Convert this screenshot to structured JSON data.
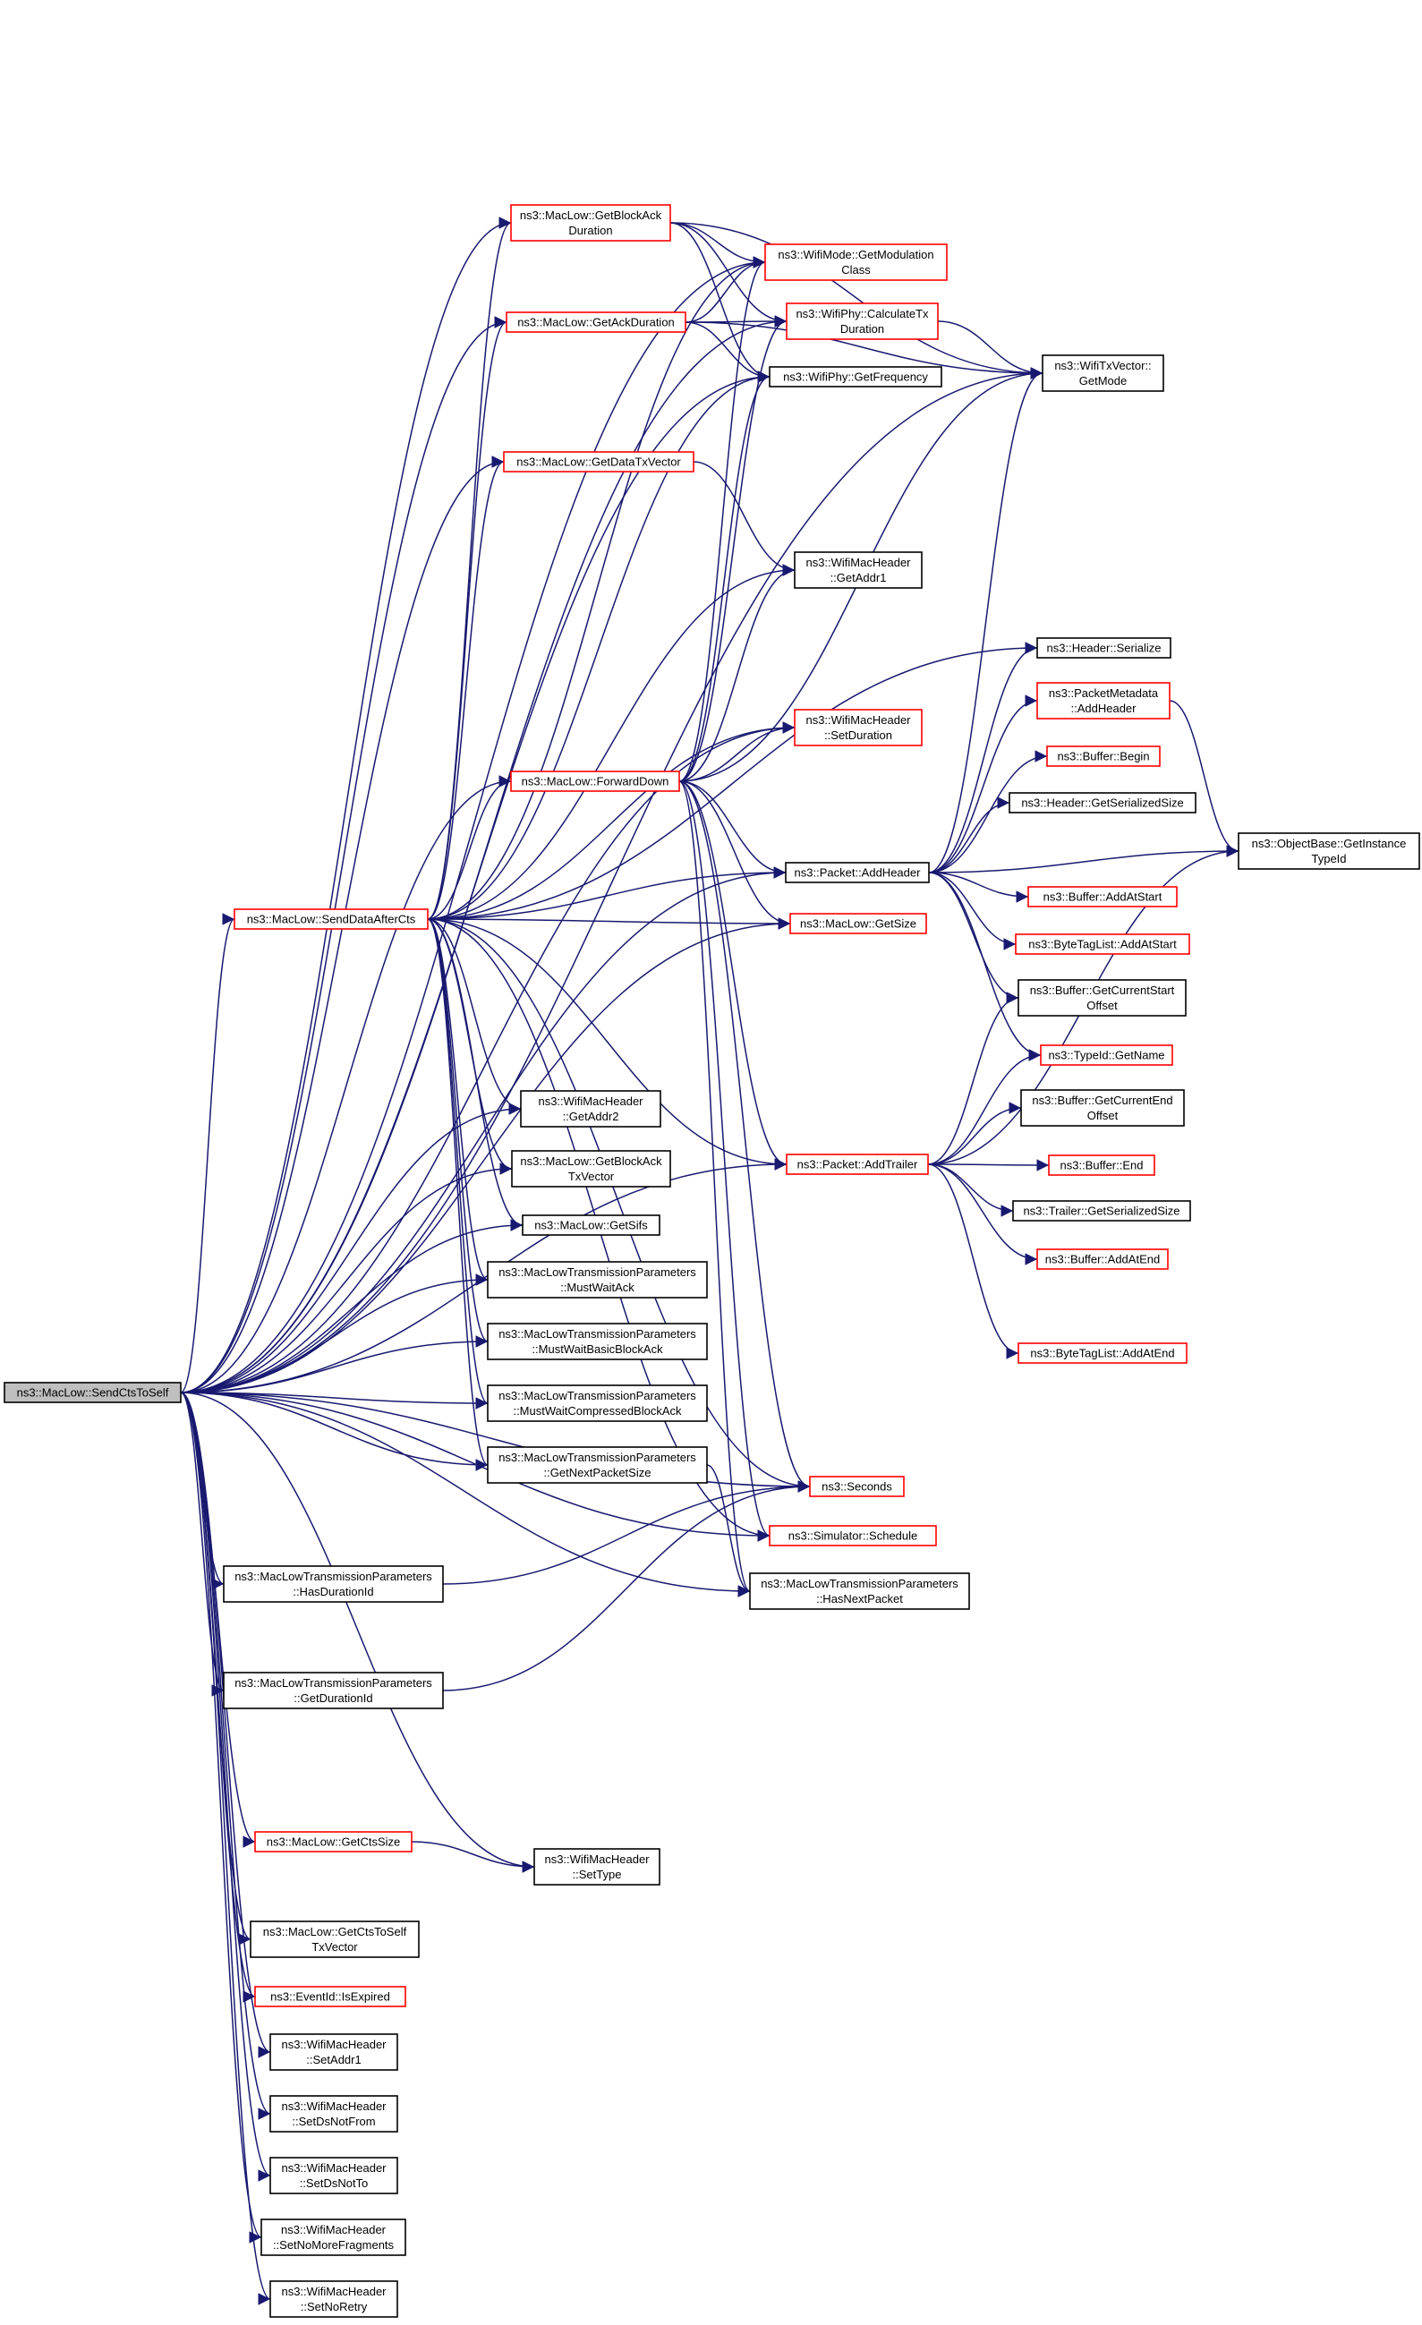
{
  "colors": {
    "edge": "#191970",
    "node_border": "#000000",
    "node_border_highlight": "#ff0000",
    "root_fill": "#bfbfbf",
    "background": "#ffffff"
  },
  "nodes": [
    {
      "id": "sendCtsToSelf",
      "lines": [
        "ns3::MacLow::SendCtsToSelf"
      ],
      "hl": false,
      "root": true
    },
    {
      "id": "sendDataAfterCts",
      "lines": [
        "ns3::MacLow::SendDataAfterCts"
      ],
      "hl": true
    },
    {
      "id": "getBlockAckDuration",
      "lines": [
        "ns3::MacLow::GetBlockAck",
        "Duration"
      ],
      "hl": true
    },
    {
      "id": "getAckDuration",
      "lines": [
        "ns3::MacLow::GetAckDuration"
      ],
      "hl": true
    },
    {
      "id": "getDataTxVector",
      "lines": [
        "ns3::MacLow::GetDataTxVector"
      ],
      "hl": true
    },
    {
      "id": "forwardDown",
      "lines": [
        "ns3::MacLow::ForwardDown"
      ],
      "hl": true
    },
    {
      "id": "wifiModeGetModulationClass",
      "lines": [
        "ns3::WifiMode::GetModulation",
        "Class"
      ],
      "hl": true
    },
    {
      "id": "wifiPhyCalculateTxDuration",
      "lines": [
        "ns3::WifiPhy::CalculateTx",
        "Duration"
      ],
      "hl": true
    },
    {
      "id": "wifiPhyGetFrequency",
      "lines": [
        "ns3::WifiPhy::GetFrequency"
      ],
      "hl": false
    },
    {
      "id": "wifiTxVectorGetMode",
      "lines": [
        "ns3::WifiTxVector::",
        "GetMode"
      ],
      "hl": false
    },
    {
      "id": "wifiMacHeaderGetAddr1",
      "lines": [
        "ns3::WifiMacHeader",
        "::GetAddr1"
      ],
      "hl": false
    },
    {
      "id": "wifiMacHeaderSetDuration",
      "lines": [
        "ns3::WifiMacHeader",
        "::SetDuration"
      ],
      "hl": true
    },
    {
      "id": "packetAddHeader",
      "lines": [
        "ns3::Packet::AddHeader"
      ],
      "hl": false
    },
    {
      "id": "macLowGetSize",
      "lines": [
        "ns3::MacLow::GetSize"
      ],
      "hl": true
    },
    {
      "id": "packetAddTrailer",
      "lines": [
        "ns3::Packet::AddTrailer"
      ],
      "hl": true
    },
    {
      "id": "headerSerialize",
      "lines": [
        "ns3::Header::Serialize"
      ],
      "hl": false
    },
    {
      "id": "packetMetadataAddHeader",
      "lines": [
        "ns3::PacketMetadata",
        "::AddHeader"
      ],
      "hl": true
    },
    {
      "id": "bufferBegin",
      "lines": [
        "ns3::Buffer::Begin"
      ],
      "hl": true
    },
    {
      "id": "headerGetSerializedSize",
      "lines": [
        "ns3::Header::GetSerializedSize"
      ],
      "hl": false
    },
    {
      "id": "objectBaseGetInstanceTypeId",
      "lines": [
        "ns3::ObjectBase::GetInstance",
        "TypeId"
      ],
      "hl": false
    },
    {
      "id": "bufferAddAtStart",
      "lines": [
        "ns3::Buffer::AddAtStart"
      ],
      "hl": true
    },
    {
      "id": "byteTagListAddAtStart",
      "lines": [
        "ns3::ByteTagList::AddAtStart"
      ],
      "hl": true
    },
    {
      "id": "bufferGetCurrentStartOffset",
      "lines": [
        "ns3::Buffer::GetCurrentStart",
        "Offset"
      ],
      "hl": false
    },
    {
      "id": "typeIdGetName",
      "lines": [
        "ns3::TypeId::GetName"
      ],
      "hl": true
    },
    {
      "id": "bufferGetCurrentEndOffset",
      "lines": [
        "ns3::Buffer::GetCurrentEnd",
        "Offset"
      ],
      "hl": false
    },
    {
      "id": "bufferEnd",
      "lines": [
        "ns3::Buffer::End"
      ],
      "hl": true
    },
    {
      "id": "trailerGetSerializedSize",
      "lines": [
        "ns3::Trailer::GetSerializedSize"
      ],
      "hl": false
    },
    {
      "id": "bufferAddAtEnd",
      "lines": [
        "ns3::Buffer::AddAtEnd"
      ],
      "hl": true
    },
    {
      "id": "byteTagListAddAtEnd",
      "lines": [
        "ns3::ByteTagList::AddAtEnd"
      ],
      "hl": true
    },
    {
      "id": "wifiMacHeaderGetAddr2",
      "lines": [
        "ns3::WifiMacHeader",
        "::GetAddr2"
      ],
      "hl": false
    },
    {
      "id": "getBlockAckTxVector",
      "lines": [
        "ns3::MacLow::GetBlockAck",
        "TxVector"
      ],
      "hl": false
    },
    {
      "id": "getSifs",
      "lines": [
        "ns3::MacLow::GetSifs"
      ],
      "hl": false
    },
    {
      "id": "mustWaitAck",
      "lines": [
        "ns3::MacLowTransmissionParameters",
        "::MustWaitAck"
      ],
      "hl": false
    },
    {
      "id": "mustWaitBasicBlockAck",
      "lines": [
        "ns3::MacLowTransmissionParameters",
        "::MustWaitBasicBlockAck"
      ],
      "hl": false
    },
    {
      "id": "mustWaitCompressedBlockAck",
      "lines": [
        "ns3::MacLowTransmissionParameters",
        "::MustWaitCompressedBlockAck"
      ],
      "hl": false
    },
    {
      "id": "getNextPacketSize",
      "lines": [
        "ns3::MacLowTransmissionParameters",
        "::GetNextPacketSize"
      ],
      "hl": false
    },
    {
      "id": "seconds",
      "lines": [
        "ns3::Seconds"
      ],
      "hl": true
    },
    {
      "id": "simulatorSchedule",
      "lines": [
        "ns3::Simulator::Schedule"
      ],
      "hl": true
    },
    {
      "id": "hasNextPacket",
      "lines": [
        "ns3::MacLowTransmissionParameters",
        "::HasNextPacket"
      ],
      "hl": false
    },
    {
      "id": "hasDurationId",
      "lines": [
        "ns3::MacLowTransmissionParameters",
        "::HasDurationId"
      ],
      "hl": false
    },
    {
      "id": "getDurationId",
      "lines": [
        "ns3::MacLowTransmissionParameters",
        "::GetDurationId"
      ],
      "hl": false
    },
    {
      "id": "getCtsSize",
      "lines": [
        "ns3::MacLow::GetCtsSize"
      ],
      "hl": true
    },
    {
      "id": "wifiMacHeaderSetType",
      "lines": [
        "ns3::WifiMacHeader",
        "::SetType"
      ],
      "hl": false
    },
    {
      "id": "getCtsToSelfTxVector",
      "lines": [
        "ns3::MacLow::GetCtsToSelf",
        "TxVector"
      ],
      "hl": false
    },
    {
      "id": "eventIdIsExpired",
      "lines": [
        "ns3::EventId::IsExpired"
      ],
      "hl": true
    },
    {
      "id": "setAddr1",
      "lines": [
        "ns3::WifiMacHeader",
        "::SetAddr1"
      ],
      "hl": false
    },
    {
      "id": "setDsNotFrom",
      "lines": [
        "ns3::WifiMacHeader",
        "::SetDsNotFrom"
      ],
      "hl": false
    },
    {
      "id": "setDsNotTo",
      "lines": [
        "ns3::WifiMacHeader",
        "::SetDsNotTo"
      ],
      "hl": false
    },
    {
      "id": "setNoMoreFragments",
      "lines": [
        "ns3::WifiMacHeader",
        "::SetNoMoreFragments"
      ],
      "hl": false
    },
    {
      "id": "setNoRetry",
      "lines": [
        "ns3::WifiMacHeader",
        "::SetNoRetry"
      ],
      "hl": false
    }
  ],
  "edges": [
    [
      "sendCtsToSelf",
      "sendDataAfterCts"
    ],
    [
      "sendCtsToSelf",
      "getBlockAckDuration"
    ],
    [
      "sendCtsToSelf",
      "getAckDuration"
    ],
    [
      "sendCtsToSelf",
      "getDataTxVector"
    ],
    [
      "sendCtsToSelf",
      "forwardDown"
    ],
    [
      "sendCtsToSelf",
      "wifiModeGetModulationClass"
    ],
    [
      "sendCtsToSelf",
      "wifiPhyCalculateTxDuration"
    ],
    [
      "sendCtsToSelf",
      "wifiPhyGetFrequency"
    ],
    [
      "sendCtsToSelf",
      "wifiTxVectorGetMode"
    ],
    [
      "sendCtsToSelf",
      "wifiMacHeaderSetDuration"
    ],
    [
      "sendCtsToSelf",
      "packetAddHeader"
    ],
    [
      "sendCtsToSelf",
      "macLowGetSize"
    ],
    [
      "sendCtsToSelf",
      "packetAddTrailer"
    ],
    [
      "sendCtsToSelf",
      "wifiMacHeaderGetAddr2"
    ],
    [
      "sendCtsToSelf",
      "getBlockAckTxVector"
    ],
    [
      "sendCtsToSelf",
      "getSifs"
    ],
    [
      "sendCtsToSelf",
      "mustWaitAck"
    ],
    [
      "sendCtsToSelf",
      "mustWaitBasicBlockAck"
    ],
    [
      "sendCtsToSelf",
      "mustWaitCompressedBlockAck"
    ],
    [
      "sendCtsToSelf",
      "getNextPacketSize"
    ],
    [
      "sendCtsToSelf",
      "seconds"
    ],
    [
      "sendCtsToSelf",
      "simulatorSchedule"
    ],
    [
      "sendCtsToSelf",
      "hasNextPacket"
    ],
    [
      "sendCtsToSelf",
      "hasDurationId"
    ],
    [
      "sendCtsToSelf",
      "getDurationId"
    ],
    [
      "sendCtsToSelf",
      "getCtsSize"
    ],
    [
      "sendCtsToSelf",
      "wifiMacHeaderSetType"
    ],
    [
      "sendCtsToSelf",
      "getCtsToSelfTxVector"
    ],
    [
      "sendCtsToSelf",
      "eventIdIsExpired"
    ],
    [
      "sendCtsToSelf",
      "setAddr1"
    ],
    [
      "sendCtsToSelf",
      "setDsNotFrom"
    ],
    [
      "sendCtsToSelf",
      "setDsNotTo"
    ],
    [
      "sendCtsToSelf",
      "setNoMoreFragments"
    ],
    [
      "sendCtsToSelf",
      "setNoRetry"
    ],
    [
      "sendDataAfterCts",
      "getBlockAckDuration"
    ],
    [
      "sendDataAfterCts",
      "getAckDuration"
    ],
    [
      "sendDataAfterCts",
      "getDataTxVector"
    ],
    [
      "sendDataAfterCts",
      "forwardDown"
    ],
    [
      "sendDataAfterCts",
      "wifiModeGetModulationClass"
    ],
    [
      "sendDataAfterCts",
      "wifiPhyGetFrequency"
    ],
    [
      "sendDataAfterCts",
      "wifiMacHeaderGetAddr1"
    ],
    [
      "sendDataAfterCts",
      "wifiMacHeaderSetDuration"
    ],
    [
      "sendDataAfterCts",
      "packetAddHeader"
    ],
    [
      "sendDataAfterCts",
      "macLowGetSize"
    ],
    [
      "sendDataAfterCts",
      "packetAddTrailer"
    ],
    [
      "sendDataAfterCts",
      "headerSerialize"
    ],
    [
      "sendDataAfterCts",
      "wifiMacHeaderGetAddr2"
    ],
    [
      "sendDataAfterCts",
      "getBlockAckTxVector"
    ],
    [
      "sendDataAfterCts",
      "getSifs"
    ],
    [
      "sendDataAfterCts",
      "mustWaitAck"
    ],
    [
      "sendDataAfterCts",
      "mustWaitBasicBlockAck"
    ],
    [
      "sendDataAfterCts",
      "mustWaitCompressedBlockAck"
    ],
    [
      "sendDataAfterCts",
      "getNextPacketSize"
    ],
    [
      "sendDataAfterCts",
      "seconds"
    ],
    [
      "sendDataAfterCts",
      "simulatorSchedule"
    ],
    [
      "getBlockAckDuration",
      "wifiModeGetModulationClass"
    ],
    [
      "getBlockAckDuration",
      "wifiPhyCalculateTxDuration"
    ],
    [
      "getBlockAckDuration",
      "wifiPhyGetFrequency"
    ],
    [
      "getBlockAckDuration",
      "wifiTxVectorGetMode"
    ],
    [
      "getAckDuration",
      "wifiModeGetModulationClass"
    ],
    [
      "getAckDuration",
      "wifiPhyCalculateTxDuration"
    ],
    [
      "getAckDuration",
      "wifiPhyGetFrequency"
    ],
    [
      "getAckDuration",
      "wifiTxVectorGetMode"
    ],
    [
      "getDataTxVector",
      "wifiMacHeaderGetAddr1"
    ],
    [
      "forwardDown",
      "wifiModeGetModulationClass"
    ],
    [
      "forwardDown",
      "wifiPhyCalculateTxDuration"
    ],
    [
      "forwardDown",
      "wifiPhyGetFrequency"
    ],
    [
      "forwardDown",
      "wifiTxVectorGetMode"
    ],
    [
      "forwardDown",
      "wifiMacHeaderGetAddr1"
    ],
    [
      "forwardDown",
      "wifiMacHeaderSetDuration"
    ],
    [
      "forwardDown",
      "packetAddHeader"
    ],
    [
      "forwardDown",
      "macLowGetSize"
    ],
    [
      "forwardDown",
      "packetAddTrailer"
    ],
    [
      "forwardDown",
      "seconds"
    ],
    [
      "forwardDown",
      "simulatorSchedule"
    ],
    [
      "forwardDown",
      "hasNextPacket"
    ],
    [
      "wifiPhyCalculateTxDuration",
      "wifiTxVectorGetMode"
    ],
    [
      "packetAddHeader",
      "wifiTxVectorGetMode"
    ],
    [
      "packetAddHeader",
      "headerSerialize"
    ],
    [
      "packetAddHeader",
      "packetMetadataAddHeader"
    ],
    [
      "packetAddHeader",
      "bufferBegin"
    ],
    [
      "packetAddHeader",
      "headerGetSerializedSize"
    ],
    [
      "packetAddHeader",
      "objectBaseGetInstanceTypeId"
    ],
    [
      "packetAddHeader",
      "bufferAddAtStart"
    ],
    [
      "packetAddHeader",
      "byteTagListAddAtStart"
    ],
    [
      "packetAddHeader",
      "bufferGetCurrentStartOffset"
    ],
    [
      "packetAddHeader",
      "typeIdGetName"
    ],
    [
      "packetMetadataAddHeader",
      "objectBaseGetInstanceTypeId"
    ],
    [
      "packetAddTrailer",
      "bufferGetCurrentStartOffset"
    ],
    [
      "packetAddTrailer",
      "typeIdGetName"
    ],
    [
      "packetAddTrailer",
      "bufferGetCurrentEndOffset"
    ],
    [
      "packetAddTrailer",
      "bufferEnd"
    ],
    [
      "packetAddTrailer",
      "trailerGetSerializedSize"
    ],
    [
      "packetAddTrailer",
      "bufferAddAtEnd"
    ],
    [
      "packetAddTrailer",
      "byteTagListAddAtEnd"
    ],
    [
      "packetAddTrailer",
      "objectBaseGetInstanceTypeId"
    ],
    [
      "getNextPacketSize",
      "hasNextPacket"
    ],
    [
      "hasDurationId",
      "seconds"
    ],
    [
      "getDurationId",
      "seconds"
    ],
    [
      "getCtsSize",
      "wifiMacHeaderSetType"
    ]
  ]
}
